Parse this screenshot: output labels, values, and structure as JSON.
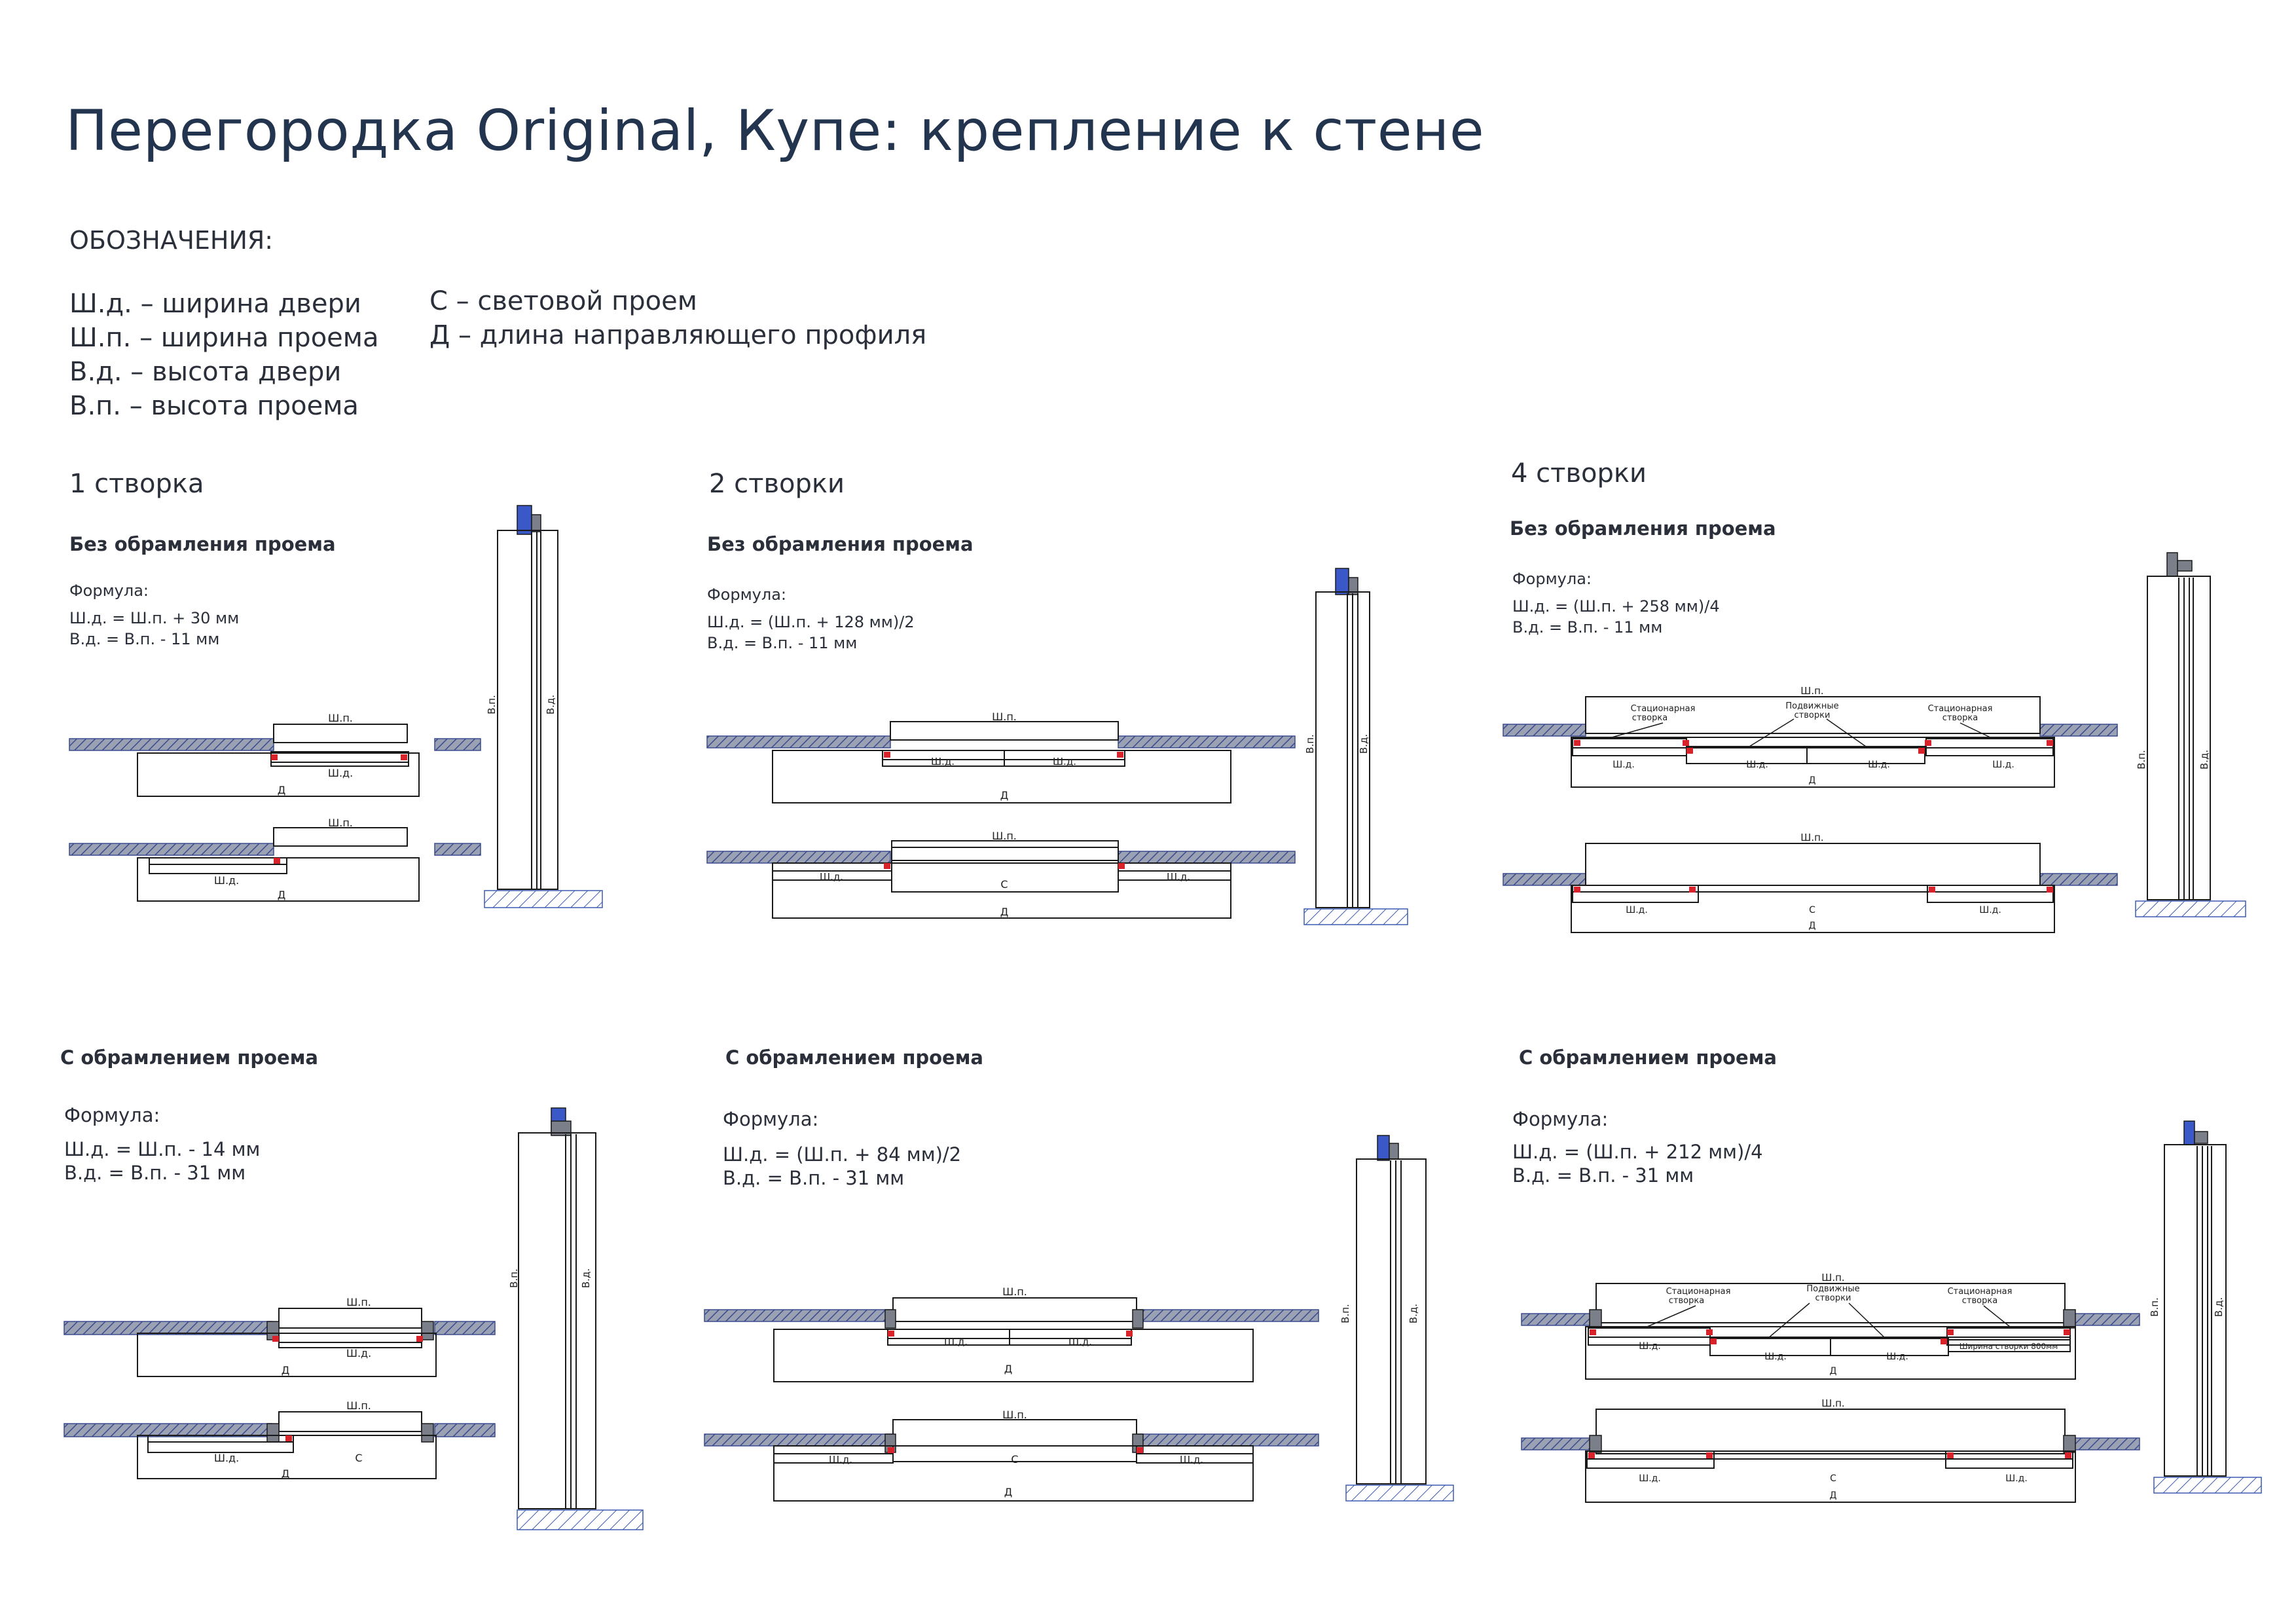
{
  "title": "Перегородка Original, Купе: крепление к стене",
  "legend": {
    "heading": "ОБОЗНАЧЕНИЯ:",
    "items": [
      "Ш.д. – ширина двери",
      "Ш.п. – ширина проема",
      "В.д. – высота двери",
      "В.п. – высота проема",
      "С – световой проем",
      "Д – длина направляющего профиля"
    ]
  },
  "sections": [
    {
      "title": "1 створка",
      "without_frame": {
        "label": "Без обрамления проема",
        "formula_label": "Формула:",
        "formula": [
          "Ш.д. = Ш.п. + 30 мм",
          "В.д. = В.п. - 11 мм"
        ]
      },
      "with_frame": {
        "label": "С обрамлением проема",
        "formula_label": "Формула:",
        "formula": [
          "Ш.д. = Ш.п. - 14 мм",
          "В.д. = В.п. - 31 мм"
        ]
      }
    },
    {
      "title": "2 створки",
      "without_frame": {
        "label": "Без обрамления проема",
        "formula_label": "Формула:",
        "formula": [
          "Ш.д. = (Ш.п. + 128 мм)/2",
          "В.д. = В.п. - 11 мм"
        ]
      },
      "with_frame": {
        "label": "С обрамлением проема",
        "formula_label": "Формула:",
        "formula": [
          "Ш.д. = (Ш.п. + 84 мм)/2",
          "В.д. = В.п. - 31 мм"
        ]
      }
    },
    {
      "title": "4 створки",
      "without_frame": {
        "label": "Без обрамления проема",
        "formula_label": "Формула:",
        "formula": [
          "Ш.д. = (Ш.п. + 258 мм)/4",
          "В.д. = В.п. - 11 мм"
        ]
      },
      "with_frame": {
        "label": "С обрамлением проема",
        "formula_label": "Формула:",
        "formula": [
          "Ш.д. = (Ш.п. + 212 мм)/4",
          "В.д. = В.п. - 31 мм"
        ]
      }
    }
  ],
  "labels": {
    "sp": "Ш.п.",
    "sd": "Ш.д.",
    "d": "Д",
    "c": "С",
    "vp": "В.п.",
    "vd": "В.д.",
    "stationary_1": "Стационарная",
    "stationary_2": "створка",
    "moving_1": "Подвижные",
    "moving_2": "створки",
    "panel_width": "Ширина створки 800мм"
  },
  "colors": {
    "wall_fill": "#8a93a8",
    "wall_hatch": "#3b4a8f",
    "accent_blue": "#3a58c8",
    "roller_red": "#d9232a",
    "line": "#1a1a1a"
  }
}
